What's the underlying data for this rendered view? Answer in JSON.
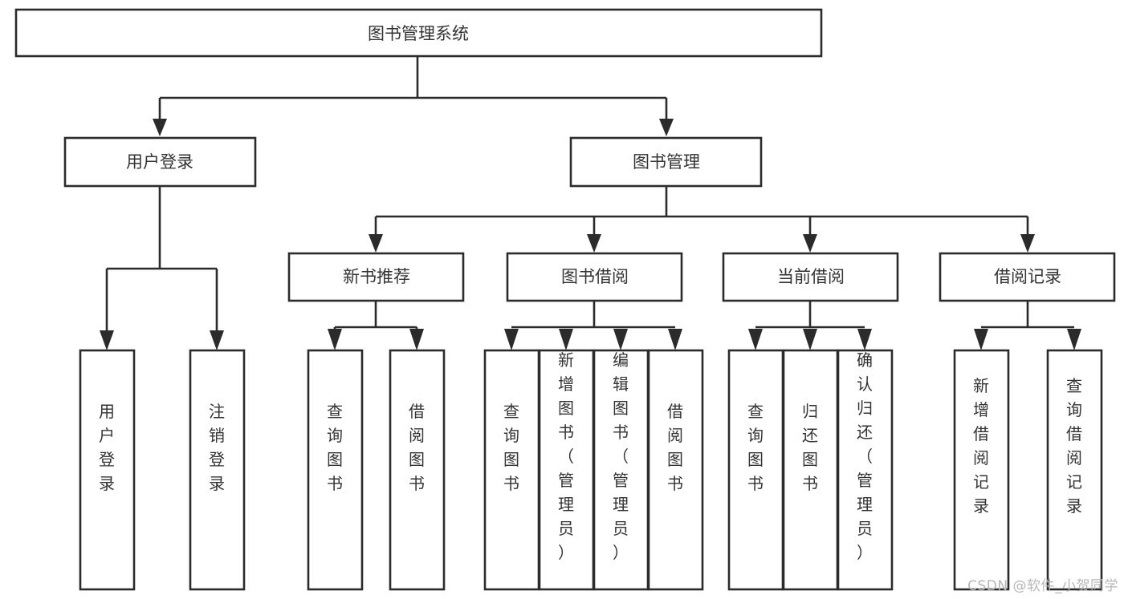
{
  "diagram": {
    "type": "tree-flowchart",
    "title": "图书管理系统",
    "root": {
      "label": "图书管理系统"
    },
    "level1": [
      {
        "label": "用户登录"
      },
      {
        "label": "图书管理"
      }
    ],
    "level2": [
      {
        "label": "新书推荐"
      },
      {
        "label": "图书借阅"
      },
      {
        "label": "当前借阅"
      },
      {
        "label": "借阅记录"
      }
    ],
    "leaves": {
      "user_login": [
        {
          "label": "用户登录"
        },
        {
          "label": "注销登录"
        }
      ],
      "new_book_recommend": [
        {
          "label": "查询图书"
        },
        {
          "label": "借阅图书"
        }
      ],
      "book_borrow": [
        {
          "label": "查询图书"
        },
        {
          "label": "新增图书（管理员）"
        },
        {
          "label": "编辑图书（管理员）"
        },
        {
          "label": "借阅图书"
        }
      ],
      "current_borrow": [
        {
          "label": "查询图书"
        },
        {
          "label": "归还图书"
        },
        {
          "label": "确认归还（管理员）"
        }
      ],
      "borrow_record": [
        {
          "label": "新增借阅记录"
        },
        {
          "label": "查询借阅记录"
        }
      ]
    }
  },
  "watermark": {
    "text": "CSDN @软件_小贺同学"
  },
  "colors": {
    "stroke": "#2b2b2b",
    "text": "#333333",
    "background": "#ffffff",
    "watermark": "#b6b6b6"
  }
}
